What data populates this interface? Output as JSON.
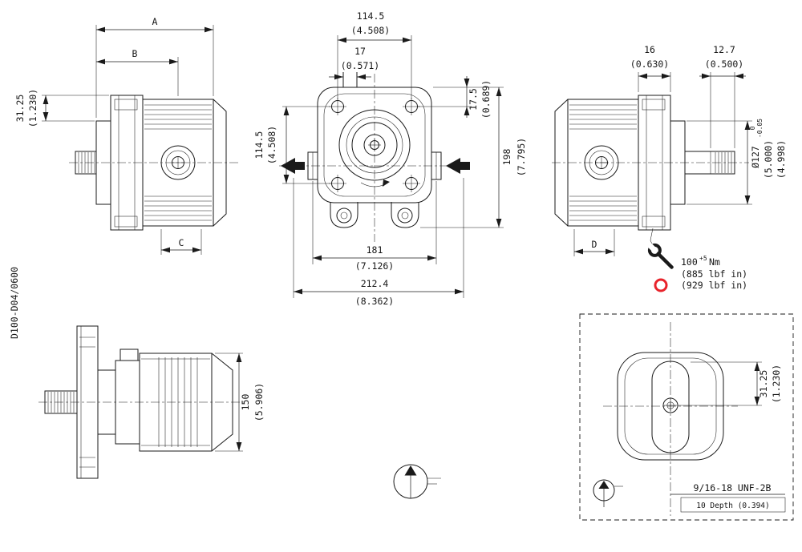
{
  "colors": {
    "line": "#1a1a1a",
    "highlight": "#e8232b"
  },
  "doc": {
    "number": "D100-D04/0600"
  },
  "side_left_view": {
    "dim_a": "A",
    "dim_b": "B",
    "dim_c": "C",
    "h3125_mm": "31.25",
    "h3125_in": "(1.230)"
  },
  "front_view": {
    "w1145_mm": "114.5",
    "w1145_in": "(4.508)",
    "d17_mm": "17",
    "d17_in": "(0.571)",
    "d175_mm": "17.5",
    "d175_in": "(0.689)",
    "h1145_mm": "114.5",
    "h1145_in": "(4.508)",
    "h198_mm": "198",
    "h198_in": "(7.795)",
    "w181_mm": "181",
    "w181_in": "(7.126)",
    "w2124_mm": "212.4",
    "w2124_in": "(8.362)"
  },
  "side_right_view": {
    "d16_mm": "16",
    "d16_in": "(0.630)",
    "d127_mm": "12.7",
    "d127_in": "(0.500)",
    "dia_mm": "Ø127",
    "dia_tol_hi": "0",
    "dia_tol_lo": "-0.05",
    "dia_in_hi": "(5.000)",
    "dia_in_lo": "(4.998)",
    "dim_d": "D"
  },
  "torque_note": {
    "value": "100",
    "tol": "+5",
    "unit": "Nm",
    "alt1": "(885 lbf in)",
    "alt2": "(929 lbf in)"
  },
  "bottom_view": {
    "h150_mm": "150",
    "h150_in": "(5.906)"
  },
  "rear_view": {
    "h3125_mm": "31.25",
    "h3125_in": "(1.230)",
    "thread": "9/16-18 UNF-2B",
    "depth": "10 Depth (0.394)"
  }
}
